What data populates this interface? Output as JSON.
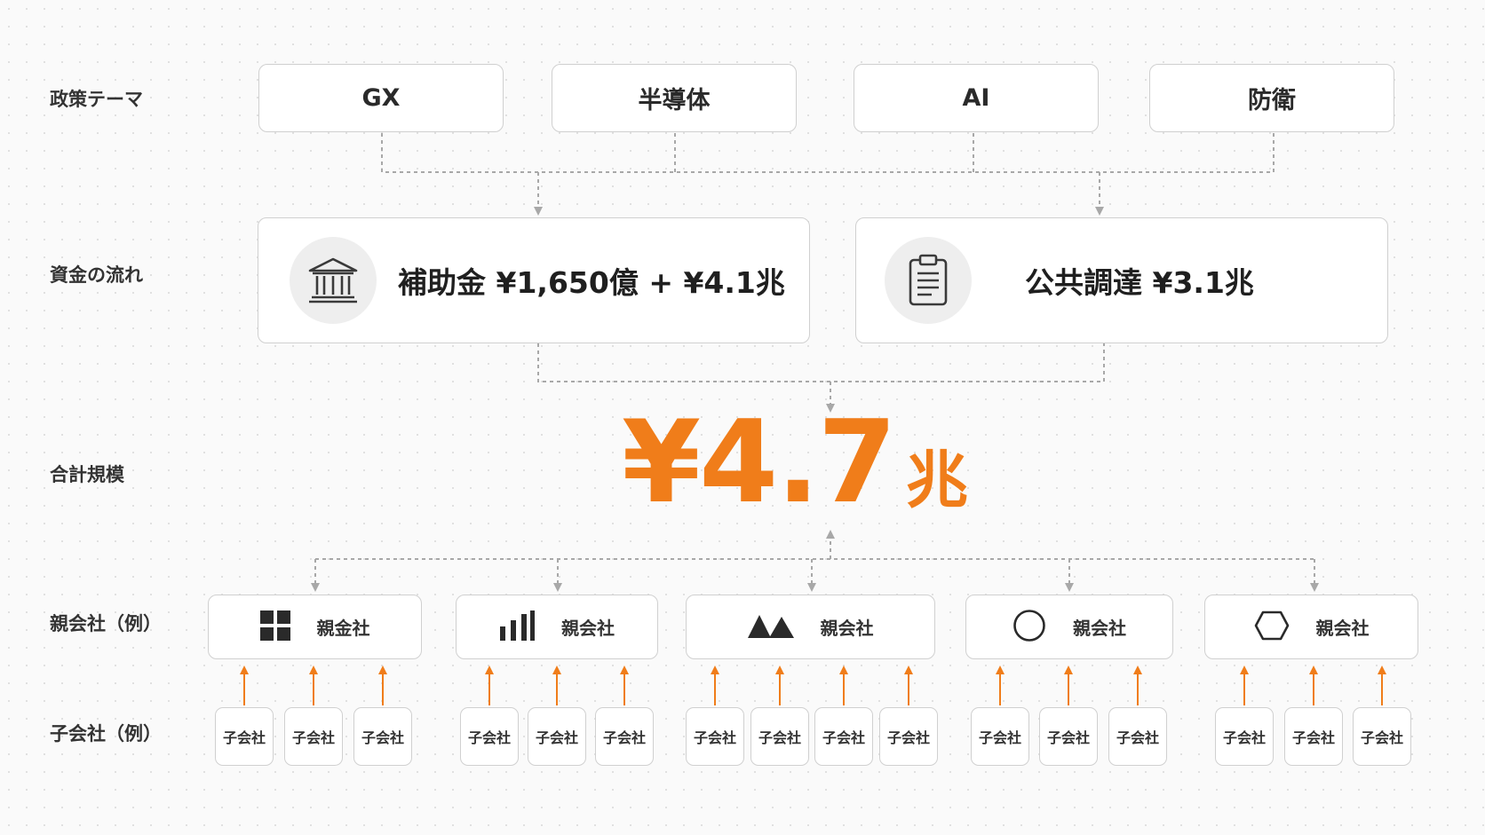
{
  "row_labels": {
    "policy": "政策テーマ",
    "flow": "資金の流れ",
    "total": "合計規模",
    "parent": "親会社（例）",
    "child": "子会社（例）"
  },
  "themes": [
    "GX",
    "半導体",
    "AI",
    "防衛"
  ],
  "flows": {
    "subsidy": {
      "label": "補助金 ¥1,650億 + ¥4.1兆",
      "icon": "bank-icon"
    },
    "procurement": {
      "label": "公共調達 ¥3.1兆",
      "icon": "clipboard-icon"
    }
  },
  "total": {
    "value": "¥4.7",
    "unit": "兆"
  },
  "parents": [
    {
      "label": "親金社",
      "icon": "grid-squares-icon"
    },
    {
      "label": "親会社",
      "icon": "bar-chart-icon"
    },
    {
      "label": "親会社",
      "icon": "mountains-icon"
    },
    {
      "label": "親会社",
      "icon": "circle-icon"
    },
    {
      "label": "親会社",
      "icon": "hexagon-icon"
    }
  ],
  "child_label": "子会社",
  "colors": {
    "accent": "#f07d1a",
    "connector": "#a8a8a8",
    "border": "#d0d0d0"
  }
}
